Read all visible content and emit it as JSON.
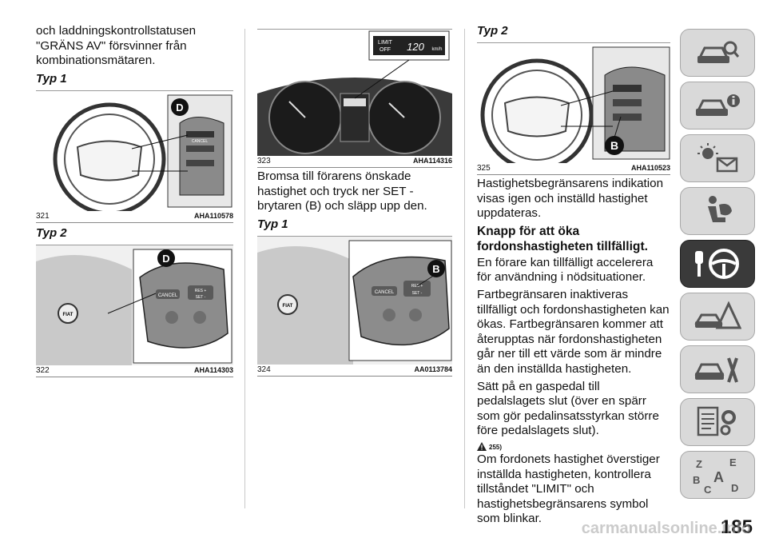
{
  "col1": {
    "intro": "och laddningskontrollstatusen \"GRÄNS AV\" försvinner från kombinationsmätaren.",
    "typ1": "Typ 1",
    "fig321": {
      "num": "321",
      "code": "AHA110578",
      "callout": "D",
      "cancel": "CANCEL"
    },
    "typ2": "Typ 2",
    "fig322": {
      "num": "322",
      "code": "AHA114303",
      "callout": "D",
      "cancel": "CANCEL",
      "res": "RES +",
      "set": "SET -",
      "logo": "FIAT"
    }
  },
  "col2": {
    "fig323": {
      "num": "323",
      "code": "AHA114316",
      "limit": "LIMIT",
      "off": "OFF",
      "speed": "120",
      "unit": "km/h"
    },
    "para": "Bromsa till förarens önskade hastighet och tryck ner SET - brytaren (B) och släpp upp den.",
    "typ1": "Typ 1",
    "fig324": {
      "num": "324",
      "code": "AA0113784",
      "callout": "B",
      "cancel": "CANCEL",
      "res": "RES +",
      "set": "SET -",
      "logo": "FIAT"
    }
  },
  "col3": {
    "typ2": "Typ 2",
    "fig325": {
      "num": "325",
      "code": "AHA110523",
      "callout": "B"
    },
    "para1": "Hastighetsbegränsarens indikation visas igen och inställd hastighet uppdateras.",
    "heading": "Knapp för att öka fordonshastigheten tillfälligt.",
    "para2": "En förare kan tillfälligt accelerera för användning i nödsituationer.",
    "para3": "Fartbegränsaren inaktiveras tillfälligt och fordonshastigheten kan ökas. Fartbegränsaren kommer att återupptas när fordonshastigheten går ner till ett värde som är mindre än den inställda hastigheten.",
    "para4": "Sätt på en gaspedal till pedalslagets slut (över en spärr som gör pedalinsatsstyrkan större före pedalslagets slut).",
    "warnref": "255)",
    "para5": "Om fordonets hastighet överstiger inställda hastigheten, kontrollera tillståndet \"LIMIT\" och hastighetsbegränsarens symbol som blinkar."
  },
  "tabs": [
    {
      "icon": "car-search-icon"
    },
    {
      "icon": "car-info-icon"
    },
    {
      "icon": "warning-lights-icon"
    },
    {
      "icon": "airbag-seat-icon"
    },
    {
      "icon": "key-steering-wheel-icon",
      "active": true
    },
    {
      "icon": "car-warning-triangle-icon"
    },
    {
      "icon": "car-tools-icon"
    },
    {
      "icon": "specs-gear-icon"
    },
    {
      "icon": "alphabet-index-icon",
      "letters": [
        "Z",
        "E",
        "B",
        "A",
        "C",
        "D"
      ]
    }
  ],
  "page_number": "185",
  "watermark": "carmanualsonline.info",
  "colors": {
    "active_tab": "#3a3a3a",
    "tab": "#d9d9d9"
  }
}
